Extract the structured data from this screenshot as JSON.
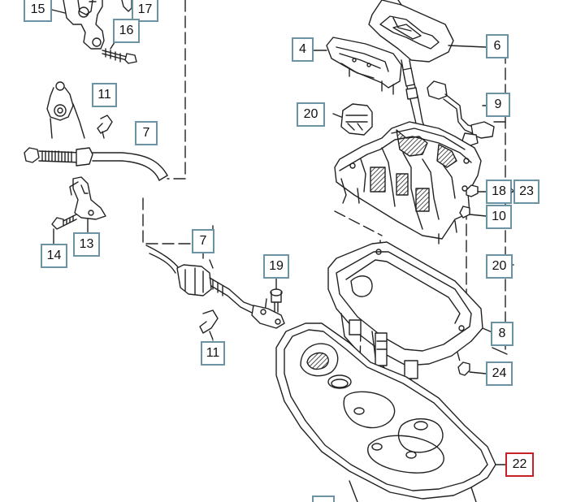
{
  "diagram": {
    "callouts": [
      {
        "id": "c15",
        "label": "15"
      },
      {
        "id": "c17",
        "label": "17"
      },
      {
        "id": "c16",
        "label": "16"
      },
      {
        "id": "c11a",
        "label": "11"
      },
      {
        "id": "c7a",
        "label": "7"
      },
      {
        "id": "c14",
        "label": "14"
      },
      {
        "id": "c13",
        "label": "13"
      },
      {
        "id": "c7b",
        "label": "7"
      },
      {
        "id": "c19",
        "label": "19"
      },
      {
        "id": "c11b",
        "label": "11"
      },
      {
        "id": "c4",
        "label": "4"
      },
      {
        "id": "c20a",
        "label": "20"
      },
      {
        "id": "c6",
        "label": "6"
      },
      {
        "id": "c9",
        "label": "9"
      },
      {
        "id": "c18",
        "label": "18"
      },
      {
        "id": "c23",
        "label": "23"
      },
      {
        "id": "c10",
        "label": "10"
      },
      {
        "id": "c20b",
        "label": "20"
      },
      {
        "id": "c8",
        "label": "8"
      },
      {
        "id": "c24",
        "label": "24"
      },
      {
        "id": "c22",
        "label": "22"
      },
      {
        "id": "cbottom",
        "label": ""
      }
    ],
    "selected_callout": "22",
    "colors": {
      "callout_border": "#6c93a3",
      "selected_border": "#c8202a",
      "line": "#222222"
    }
  }
}
